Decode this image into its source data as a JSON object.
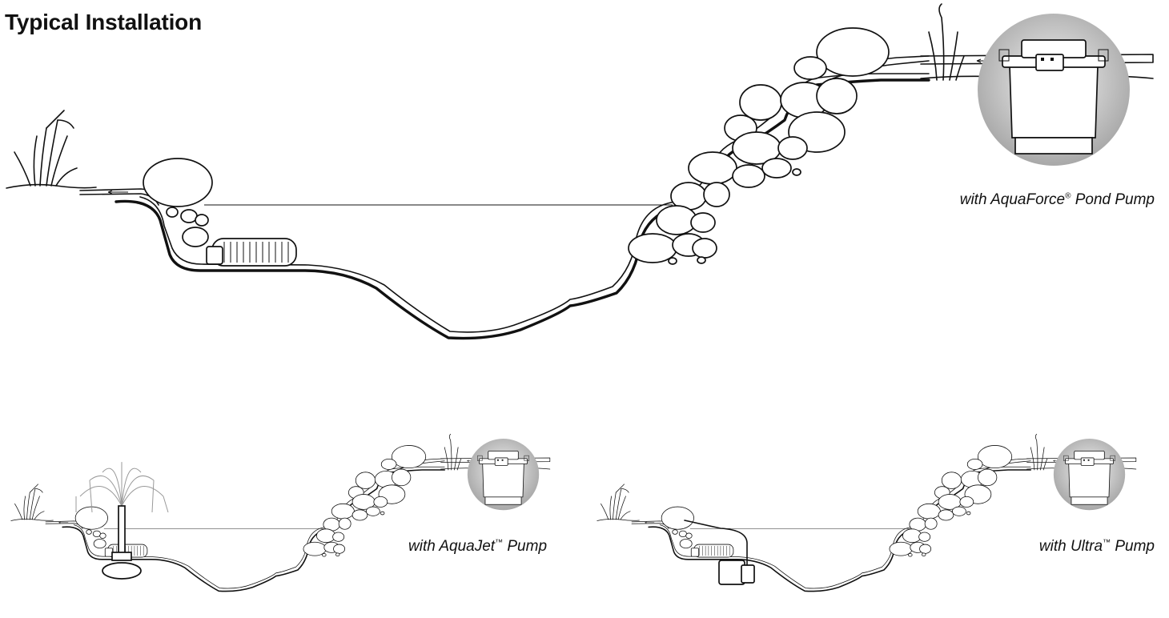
{
  "title": "Typical Installation",
  "captions": {
    "main": {
      "prefix": "with AquaForce",
      "mark": "®",
      "suffix": " Pond Pump"
    },
    "aquajet": {
      "prefix": "with AquaJet",
      "mark": "™",
      "suffix": " Pump"
    },
    "ultra": {
      "prefix": "with Ultra",
      "mark": "™",
      "suffix": " Pump"
    }
  },
  "colors": {
    "line": "#111111",
    "spray": "#999999",
    "halo_center": "#f4f4f4",
    "halo_edge": "#a8a8a8"
  }
}
